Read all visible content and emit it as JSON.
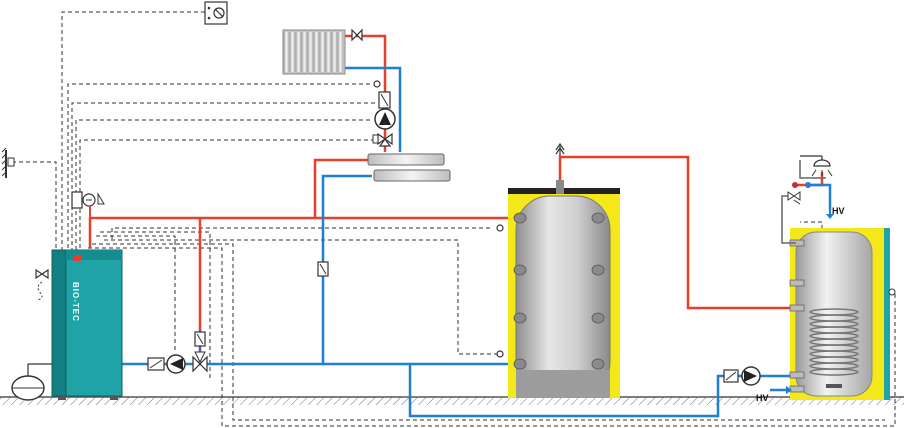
{
  "labels": {
    "boiler_brand": "BIO-TEC",
    "hv_top": "HV",
    "hv_bottom": "HV"
  },
  "colors": {
    "hot": "#e4402a",
    "cold": "#1f7fd6",
    "boiler": "#1fa3a6",
    "insulation": "#f4e81a",
    "tank": "#b9b9b9",
    "signal": "#333333",
    "ground": "#555555"
  },
  "components": [
    "room-thermostat-icon",
    "radiator-icon",
    "radiator-valve-icon",
    "circulation-pump-icon",
    "three-way-mixing-valve-icon",
    "hydraulic-separator",
    "boiler",
    "outdoor-sensor-icon",
    "safety-group-icon",
    "expansion-vessel-icon",
    "buffer-tank",
    "air-vent-icon",
    "dhw-tank",
    "shower-icon",
    "thermostatic-mixing-valve-icon",
    "check-valve-icon",
    "temperature-sensor-icon"
  ]
}
